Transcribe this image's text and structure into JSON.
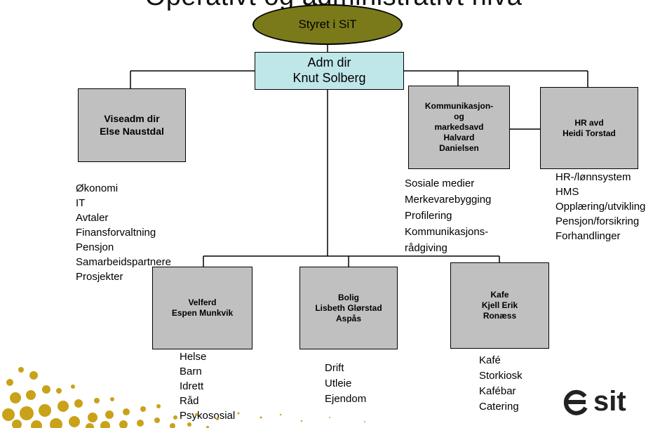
{
  "title": "Operativt og administrativt nivå",
  "board": "Styret i SiT",
  "adm": {
    "line1": "Adm dir",
    "line2": "Knut Solberg"
  },
  "viseadm": {
    "line1": "Viseadm dir",
    "line2": "Else Naustdal"
  },
  "kommunikasjon": {
    "line1": "Kommunikasjon-",
    "line2": "og",
    "line3": "markedsavd",
    "line4": "Halvard",
    "line5": "Danielsen"
  },
  "hr": {
    "line1": "HR avd",
    "line2": "Heidi Torstad"
  },
  "velferd": {
    "line1": "Velferd",
    "line2": "Espen Munkvik"
  },
  "bolig": {
    "line1": "Bolig",
    "line2": "Lisbeth Glørstad",
    "line3": "Aspås"
  },
  "kafe": {
    "line1": "Kafe",
    "line2": "Kjell Erik",
    "line3": "Ronæss"
  },
  "lists": {
    "viseadm": [
      "Økonomi",
      "IT",
      "Avtaler",
      "Finansforvaltning",
      "Pensjon",
      "Samarbeidspartnere",
      "Prosjekter"
    ],
    "kommunikasjon": [
      "Sosiale medier",
      "Merkevarebygging",
      "Profilering",
      "Kommunikasjons-",
      "rådgiving"
    ],
    "hr": [
      "HR-/lønnsystem",
      "HMS",
      "Opplæring/utvikling",
      "Pensjon/forsikring",
      "Forhandlinger"
    ],
    "velferd": [
      "Helse",
      "Barn",
      "Idrett",
      "Råd",
      "Psykososial"
    ],
    "bolig": [
      "Drift",
      "Utleie",
      "Ejendom"
    ],
    "kafe": [
      "Kafé",
      "Storkiosk",
      "Kafébar",
      "Catering"
    ]
  },
  "logo": {
    "text": "sit"
  },
  "colors": {
    "board": "#7a7a1a",
    "adm": "#bfe7ea",
    "unit": "#c0c0c0",
    "logo_dots": "#c9a21a"
  }
}
